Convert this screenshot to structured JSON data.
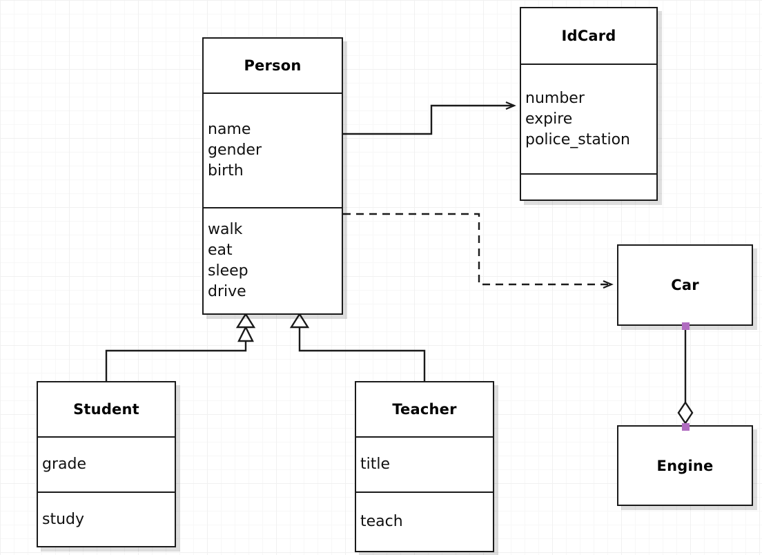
{
  "diagram": {
    "type": "uml-class-diagram",
    "background": "#ffffff",
    "grid_color": "#f0f0f0",
    "line_color": "#1a1a1a",
    "endpoint_marker_color": "#b06cc0"
  },
  "classes": {
    "person": {
      "name": "Person",
      "attributes": [
        "name",
        "gender",
        "birth"
      ],
      "methods": [
        "walk",
        "eat",
        "sleep",
        "drive"
      ]
    },
    "idcard": {
      "name": "IdCard",
      "attributes": [
        "number",
        "expire",
        "police_station"
      ],
      "methods": []
    },
    "student": {
      "name": "Student",
      "attributes": [
        "grade"
      ],
      "methods": [
        "study"
      ]
    },
    "teacher": {
      "name": "Teacher",
      "attributes": [
        "title"
      ],
      "methods": [
        "teach"
      ]
    },
    "car": {
      "name": "Car",
      "attributes": [],
      "methods": []
    },
    "engine": {
      "name": "Engine",
      "attributes": [],
      "methods": []
    }
  },
  "relationships": [
    {
      "id": "person-idcard",
      "kind": "association",
      "from": "Person",
      "to": "IdCard",
      "line": "solid",
      "head": "open-arrow"
    },
    {
      "id": "person-car",
      "kind": "dependency",
      "from": "Person",
      "to": "Car",
      "line": "dashed",
      "head": "open-arrow"
    },
    {
      "id": "student-person",
      "kind": "generalization",
      "from": "Student",
      "to": "Person",
      "line": "solid",
      "head": "hollow-triangle"
    },
    {
      "id": "teacher-person",
      "kind": "generalization",
      "from": "Teacher",
      "to": "Person",
      "line": "solid",
      "head": "hollow-triangle"
    },
    {
      "id": "car-engine",
      "kind": "aggregation",
      "from": "Car",
      "to": "Engine",
      "line": "solid",
      "head": "hollow-diamond"
    }
  ]
}
